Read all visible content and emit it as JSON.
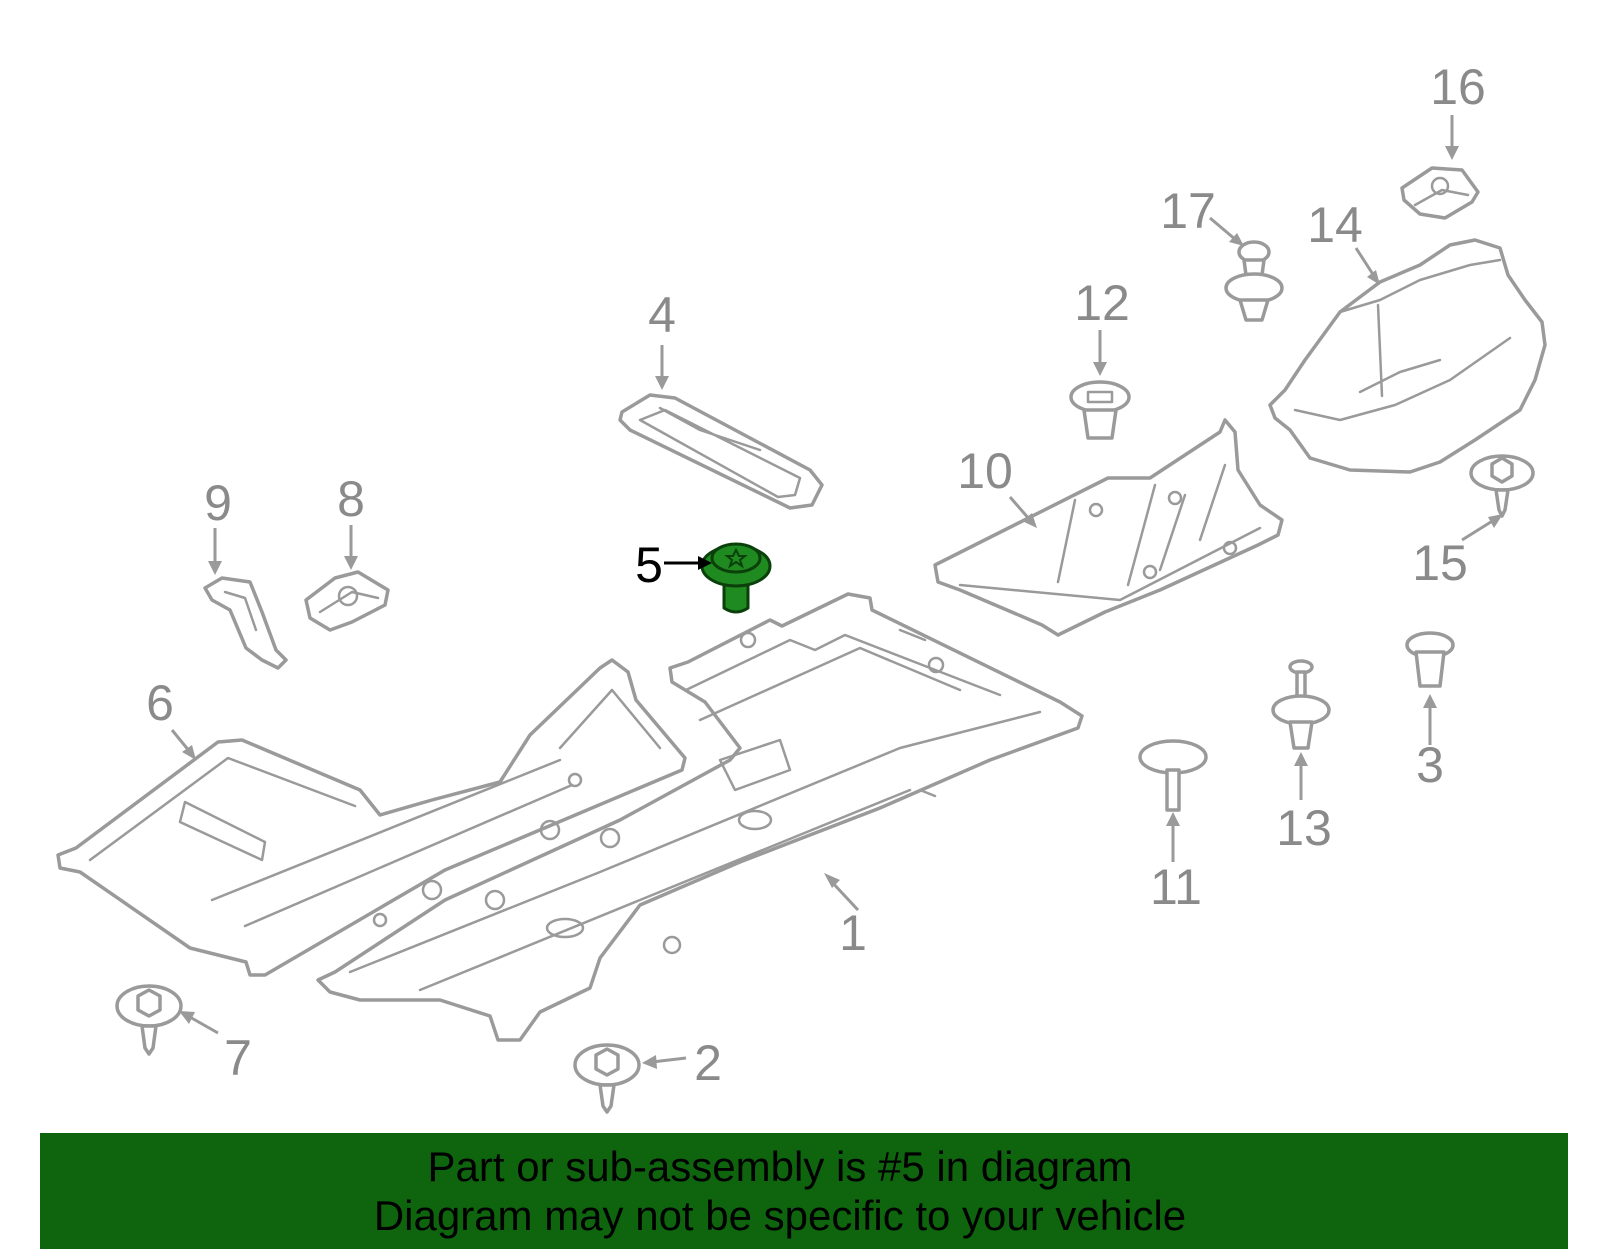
{
  "callouts": {
    "c1": "1",
    "c2": "2",
    "c3": "3",
    "c4": "4",
    "c5": "5",
    "c6": "6",
    "c7": "7",
    "c8": "8",
    "c9": "9",
    "c10": "10",
    "c11": "11",
    "c12": "12",
    "c13": "13",
    "c14": "14",
    "c15": "15",
    "c16": "16",
    "c17": "17"
  },
  "highlighted_part": "5",
  "colors": {
    "highlight_fill": "#1f8a1f",
    "banner_background": "#0e650e",
    "line_art": "#9a9a9a"
  },
  "banner": {
    "line1": "Part or sub-assembly is #5 in diagram",
    "line2": "Diagram may not be specific to your vehicle"
  }
}
